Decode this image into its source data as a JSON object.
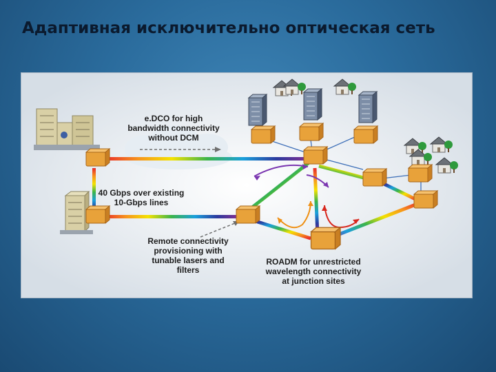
{
  "slide": {
    "title": "Адаптивная исключительно оптическая сеть"
  },
  "diagram": {
    "labels": {
      "edco": [
        "e.DCO for high",
        "bandwidth connectivity",
        "without DCM"
      ],
      "gbps": [
        "40 Gbps over existing",
        "10-Gbps lines"
      ],
      "remote": [
        "Remote connectivity",
        "provisioning with",
        "tunable lasers and",
        "filters"
      ],
      "roadm": [
        "ROADM for unrestricted",
        "wavelength connectivity",
        "at junction sites"
      ]
    },
    "colors": {
      "node": "#e8a23a",
      "building": "#d9d0a6",
      "tower": "#6e7f97",
      "house_wall": "#e9e7e1",
      "house_roof": "#6c7177",
      "tree": "#2e9a3c",
      "cloud": "#e6edf3",
      "arrow_purple": "#7a35b0",
      "arrow_red": "#d8271d",
      "arrow_orange": "#ef8f12"
    },
    "icons": [
      "office-building-icon",
      "server-tower-icon",
      "house-icon",
      "tree-icon",
      "cloud-icon",
      "optical-node-icon"
    ]
  }
}
